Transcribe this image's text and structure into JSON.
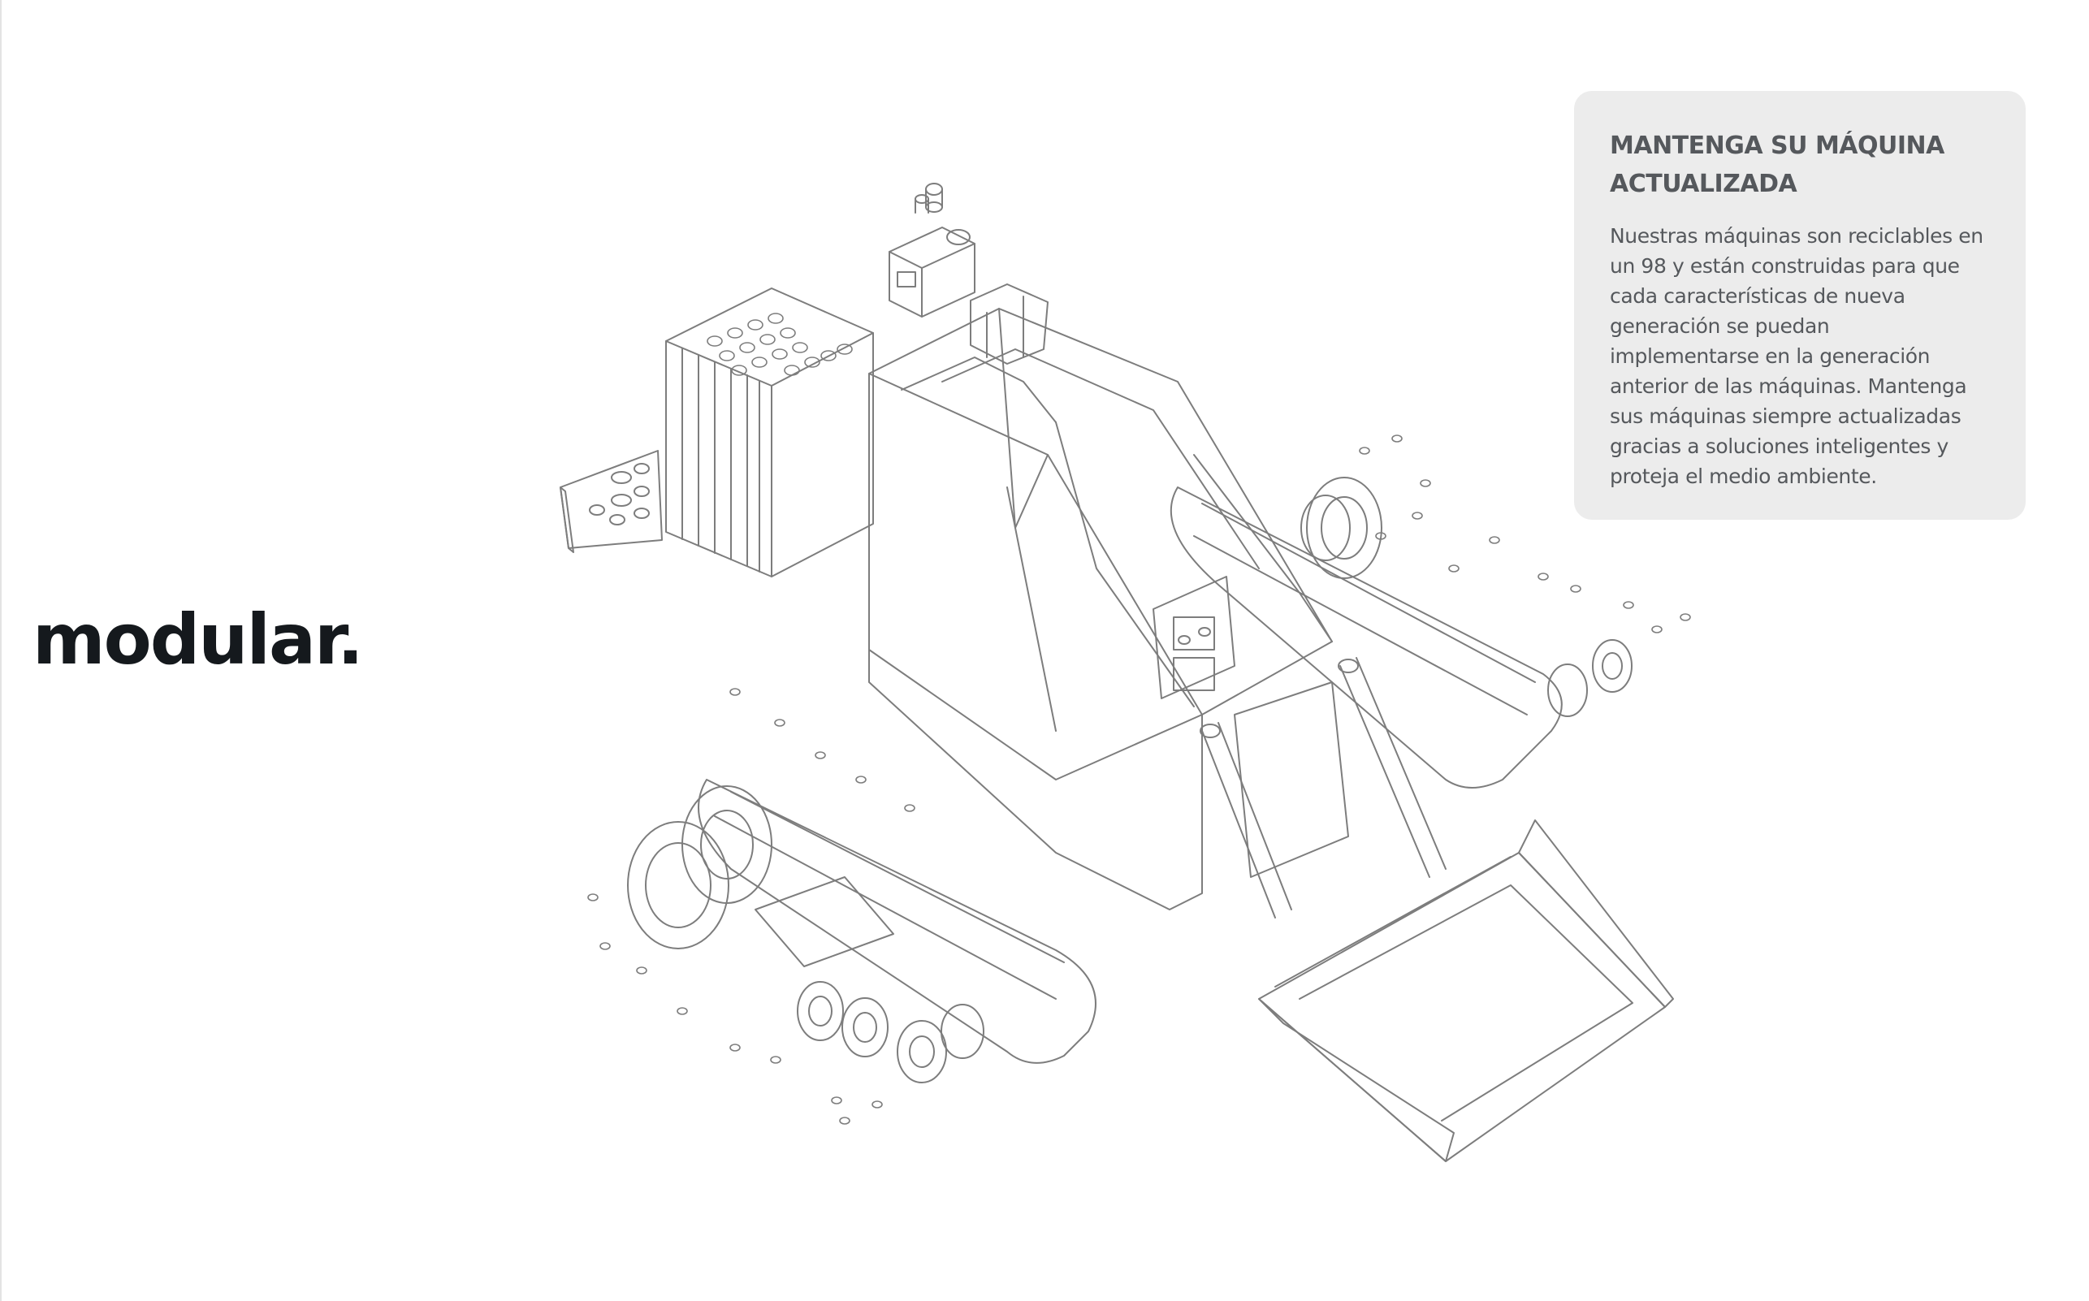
{
  "headline": "modular.",
  "info_card": {
    "title": "MANTENGA SU MÁQUINA ACTUALIZADA",
    "body": "Nuestras máquinas son reciclables en un 98 y están construidas para que cada características de nueva generación se puedan implementarse en la generación anterior de las máquinas. Mantenga sus máquinas siempre actualizadas gracias a soluciones inteligentes y proteja el medio ambiente."
  },
  "illustration": {
    "icon": "exploded-compact-track-loader-icon",
    "line_color": "#7d7d7d"
  }
}
